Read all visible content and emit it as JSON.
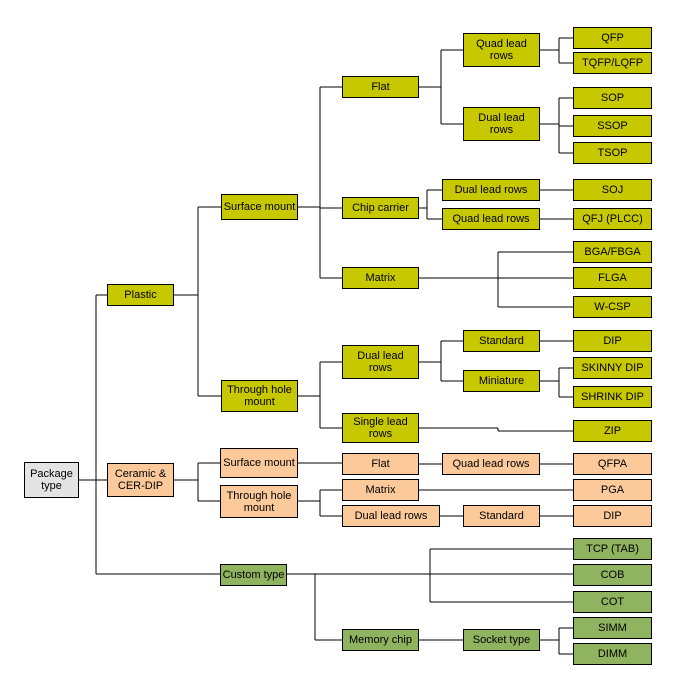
{
  "colors": {
    "root": "#e4e4e4",
    "plastic": "#c8c800",
    "ceramic": "#fcc99b",
    "custom": "#8fb35e",
    "line": "#000000"
  },
  "nodes": {
    "package_type": "Package type",
    "plastic": "Plastic",
    "ceramic": "Ceramic & CER-DIP",
    "custom_type": "Custom type",
    "p_surface_mount": "Surface mount",
    "p_through_hole": "Through hole mount",
    "flat": "Flat",
    "chip_carrier": "Chip carrier",
    "matrix": "Matrix",
    "quad_lead_rows": "Quad lead rows",
    "dual_lead_rows": "Dual lead rows",
    "cc_dual_lead_rows": "Dual lead rows",
    "cc_quad_lead_rows": "Quad lead rows",
    "qfp": "QFP",
    "tqfp_lqfp": "TQFP/LQFP",
    "sop": "SOP",
    "ssop": "SSOP",
    "tsop": "TSOP",
    "soj": "SOJ",
    "qfj_plcc": "QFJ (PLCC)",
    "bga_fbga": "BGA/FBGA",
    "flga": "FLGA",
    "w_csp": "W-CSP",
    "th_dual_lead_rows": "Dual lead rows",
    "th_single_lead_rows": "Single lead rows",
    "standard": "Standard",
    "miniature": "Miniature",
    "dip": "DIP",
    "skinny_dip": "SKINNY DIP",
    "shrink_dip": "SHRINK DIP",
    "zip": "ZIP",
    "c_surface_mount": "Surface mount",
    "c_through_hole": "Through hole mount",
    "c_flat": "Flat",
    "c_quad_lead_rows": "Quad lead rows",
    "qfpa": "QFPA",
    "c_matrix": "Matrix",
    "pga": "PGA",
    "c_dual_lead_rows": "Dual lead rows",
    "c_standard": "Standard",
    "c_dip": "DIP",
    "tcp_tab": "TCP (TAB)",
    "cob": "COB",
    "cot": "COT",
    "memory_chip": "Memory chip",
    "socket_type": "Socket type",
    "simm": "SIMM",
    "dimm": "DIMM"
  }
}
